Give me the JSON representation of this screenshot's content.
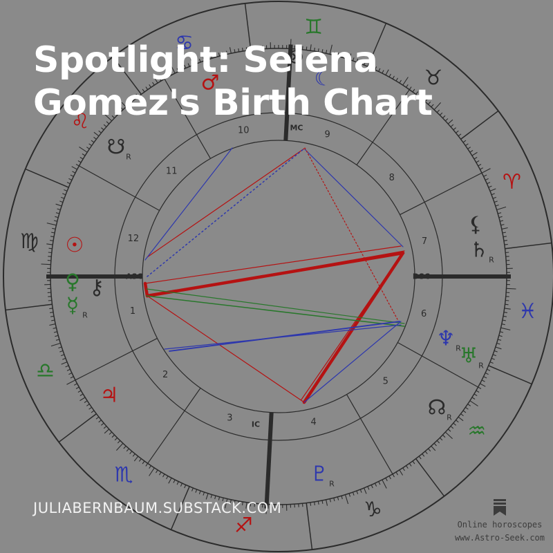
{
  "title": {
    "line1": "Spotlight: Selena",
    "line2": "Gomez's Birth Chart"
  },
  "footer": {
    "brand": "JULIABERNBAUM.SUBSTACK.COM"
  },
  "watermark": {
    "line1": "Online horoscopes",
    "line2": "www.Astro-Seek.com"
  },
  "colors": {
    "background": "#8a8a8a",
    "red": "#b51212",
    "blue": "#2d37ad",
    "green": "#28772b",
    "ink": "#2b2b2b"
  },
  "angles": [
    {
      "label": "ASC",
      "name": "ascendant"
    },
    {
      "label": "DSC",
      "name": "descendant"
    },
    {
      "label": "MC",
      "name": "midheaven"
    },
    {
      "label": "IC",
      "name": "imum-coeli"
    }
  ],
  "house_numbers": [
    "1",
    "2",
    "3",
    "4",
    "5",
    "6",
    "7",
    "8",
    "9",
    "10",
    "11",
    "12"
  ],
  "signs": [
    {
      "glyph": "♈",
      "name": "aries",
      "color": "#b51212"
    },
    {
      "glyph": "♉",
      "name": "taurus",
      "color": "#2b2b2b"
    },
    {
      "glyph": "♊",
      "name": "gemini",
      "color": "#28772b"
    },
    {
      "glyph": "♋",
      "name": "cancer",
      "color": "#2d37ad"
    },
    {
      "glyph": "♌",
      "name": "leo",
      "color": "#b51212"
    },
    {
      "glyph": "♍",
      "name": "virgo",
      "color": "#2b2b2b"
    },
    {
      "glyph": "♎",
      "name": "libra",
      "color": "#28772b"
    },
    {
      "glyph": "♏",
      "name": "scorpio",
      "color": "#2d37ad"
    },
    {
      "glyph": "♐",
      "name": "sagittarius",
      "color": "#b51212"
    },
    {
      "glyph": "♑",
      "name": "capricorn",
      "color": "#2b2b2b"
    },
    {
      "glyph": "♒",
      "name": "aquarius",
      "color": "#28772b"
    },
    {
      "glyph": "♓",
      "name": "pisces",
      "color": "#2d37ad"
    }
  ],
  "planets": [
    {
      "glyph": "☉",
      "name": "sun",
      "color": "#b51212",
      "retro": ""
    },
    {
      "glyph": "♀",
      "name": "venus",
      "color": "#28772b",
      "retro": ""
    },
    {
      "glyph": "☿",
      "name": "mercury",
      "color": "#28772b",
      "retro": "R"
    },
    {
      "glyph": "⚷",
      "name": "chiron",
      "color": "#2b2b2b",
      "retro": ""
    },
    {
      "glyph": "♂",
      "name": "mars",
      "color": "#b51212",
      "retro": ""
    },
    {
      "glyph": "☾",
      "name": "moon",
      "color": "#2d37ad",
      "retro": ""
    },
    {
      "glyph": "⊗",
      "name": "fortune",
      "color": "#2b2b2b",
      "retro": ""
    },
    {
      "glyph": "☋",
      "name": "south-node",
      "color": "#2b2b2b",
      "retro": "R"
    },
    {
      "glyph": "⚸",
      "name": "lilith",
      "color": "#2b2b2b",
      "retro": ""
    },
    {
      "glyph": "♄",
      "name": "saturn",
      "color": "#2b2b2b",
      "retro": "R"
    },
    {
      "glyph": "♆",
      "name": "neptune",
      "color": "#2d37ad",
      "retro": "R"
    },
    {
      "glyph": "♅",
      "name": "uranus",
      "color": "#28772b",
      "retro": "R"
    },
    {
      "glyph": "☊",
      "name": "north-node",
      "color": "#2b2b2b",
      "retro": "R"
    },
    {
      "glyph": "♇",
      "name": "pluto",
      "color": "#2d37ad",
      "retro": "R"
    },
    {
      "glyph": "♃",
      "name": "jupiter",
      "color": "#b51212",
      "retro": ""
    }
  ]
}
